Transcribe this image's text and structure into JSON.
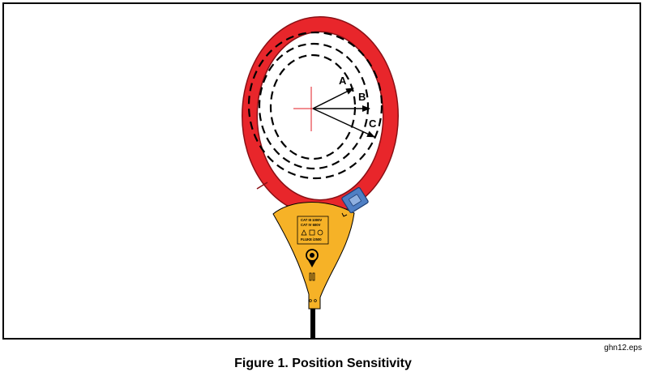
{
  "figure": {
    "caption": "Figure 1. Position Sensitivity",
    "file_ref": "ghn12.eps"
  },
  "diagram": {
    "vectors": [
      {
        "label": "A"
      },
      {
        "label": "B"
      },
      {
        "label": "C"
      }
    ],
    "probe_label_lines": [
      "CAT III 1000V",
      "CAT IV 600V"
    ],
    "probe_brand": "FLUKE i2500",
    "colors": {
      "coil": "#e8262b",
      "coil_outline": "#8a1015",
      "probe_body": "#f6b227",
      "latch": "#4f7fc4",
      "crosshair": "#e31b23",
      "ink": "#000000"
    }
  }
}
